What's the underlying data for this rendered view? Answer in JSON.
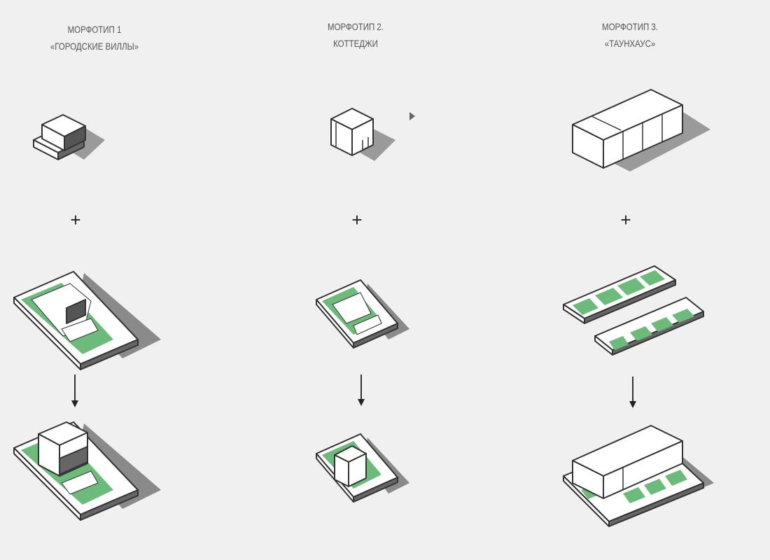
{
  "columns": [
    {
      "title_line1": "МОРФОТИП 1",
      "title_line2": "«ГОРОДСКИЕ ВИЛЛЫ»"
    },
    {
      "title_line1": "МОРФОТИП 2.",
      "title_line2": "КОТТЕДЖИ"
    },
    {
      "title_line1": "МОРФОТИП 3.",
      "title_line2": "«ТАУНХАУС»"
    }
  ],
  "plus_symbol": "+",
  "colors": {
    "background": "#f0f0f0",
    "green": "#6dbb7a",
    "shadow": "#8a8a8a",
    "outline": "#333333"
  }
}
